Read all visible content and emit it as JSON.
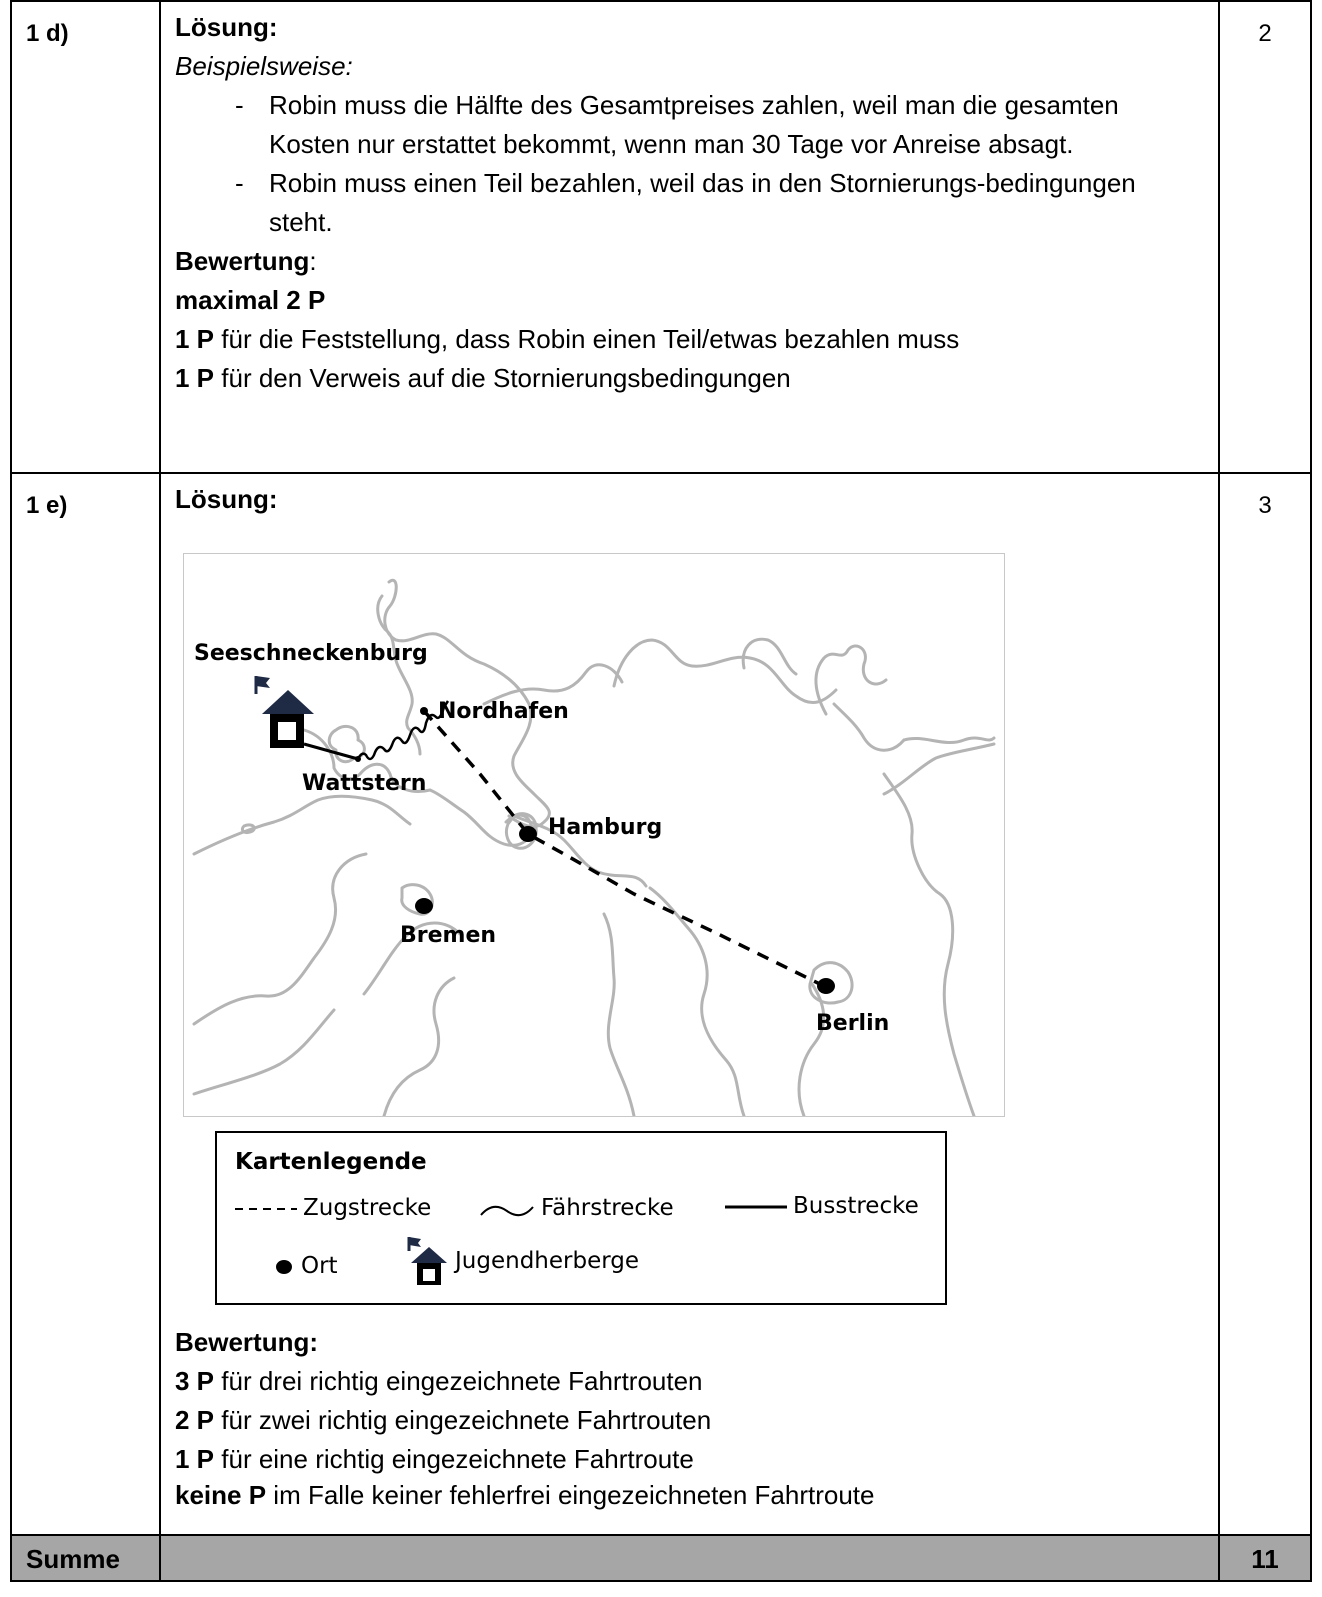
{
  "row_d": {
    "id": "1 d)",
    "points": "2",
    "loesung_label": "Lösung:",
    "example_label": "Beispielsweise:",
    "items": [
      "Robin muss die Hälfte des Gesamtpreises zahlen, weil man die gesamten Kosten nur erstattet bekommt, wenn man 30 Tage vor Anreise absagt.",
      "Robin muss einen Teil bezahlen, weil das in den Stornierungs-bedingungen steht."
    ],
    "bewertung_label": "Bewertung",
    "bewertung_colon": ":",
    "max_label": "maximal 2 P",
    "criteria": [
      {
        "points": "1 P",
        "text": " für die Feststellung, dass Robin einen Teil/etwas bezahlen muss"
      },
      {
        "points": "1 P",
        "text": " für den Verweis auf die Stornierungsbedingungen"
      }
    ]
  },
  "row_e": {
    "id": "1 e)",
    "points": "3",
    "loesung_label": "Lösung:",
    "map": {
      "places": {
        "seeschneckenburg": "Seeschneckenburg",
        "nordhafen": "Nordhafen",
        "wattstern": "Wattstern",
        "hamburg": "Hamburg",
        "bremen": "Bremen",
        "berlin": "Berlin"
      }
    },
    "legend": {
      "title": "Kartenlegende",
      "zug": "Zugstrecke",
      "faehre": "Fährstrecke",
      "bus": "Busstrecke",
      "ort": "Ort",
      "herberge": "Jugendherberge"
    },
    "bewertung_label": "Bewertung:",
    "criteria": [
      {
        "points": "3 P",
        "text": " für drei richtig eingezeichnete Fahrtrouten"
      },
      {
        "points": "2 P",
        "text": " für zwei richtig eingezeichnete Fahrtrouten"
      },
      {
        "points": "1 P",
        "text": " für eine richtig eingezeichnete Fahrtroute"
      },
      {
        "points": "keine P",
        "text": " im Falle keiner fehlerfrei eingezeichneten Fahrtroute"
      }
    ]
  },
  "summary": {
    "label": "Summe",
    "total": "11"
  },
  "colors": {
    "map_lines": "#b4b4b4",
    "house": "#1f2a44",
    "summary_bg": "#a6a6a6"
  }
}
